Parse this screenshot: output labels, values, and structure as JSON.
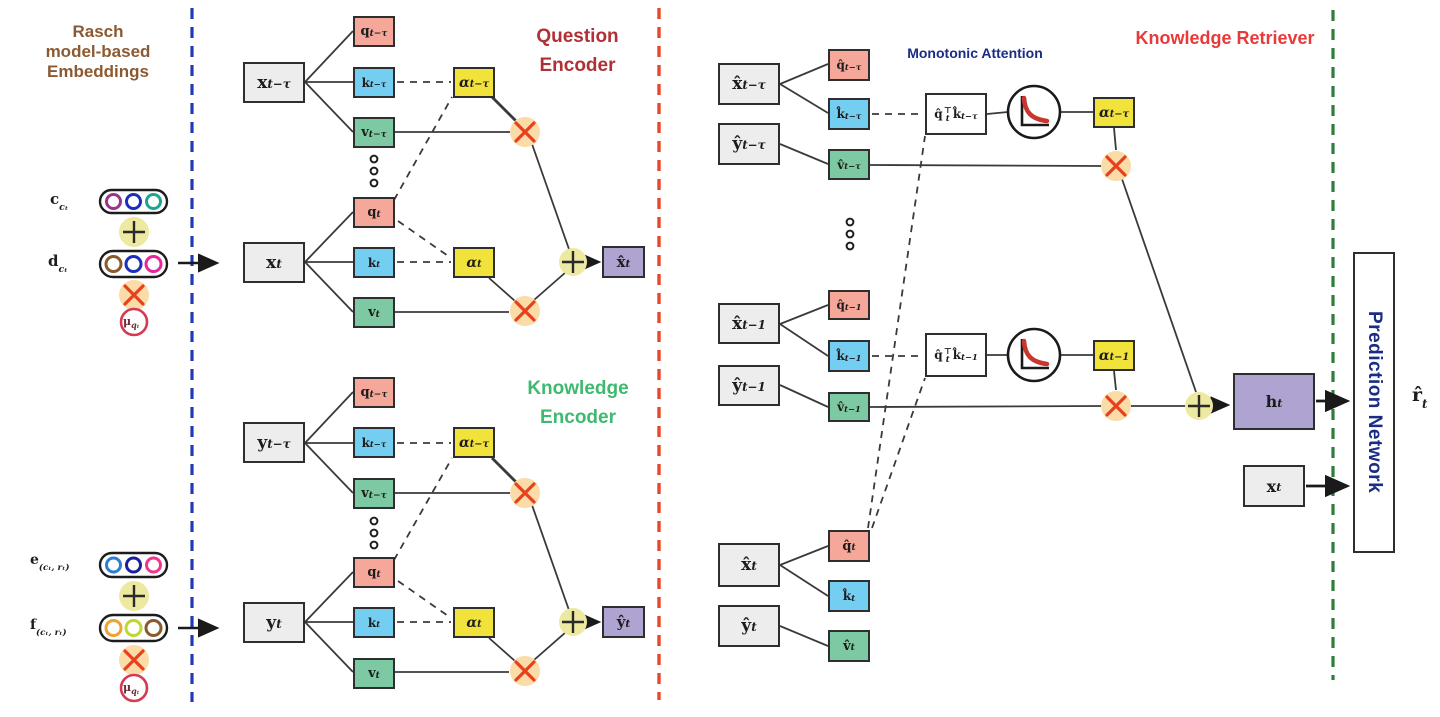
{
  "left_panel": {
    "title_lines": [
      "Rasch",
      "model-based",
      "Embeddings"
    ],
    "c_label": {
      "b": "c",
      "s": "cₜ"
    },
    "d_label": {
      "b": "d",
      "s": "cₜ"
    },
    "e_label": {
      "b": "e",
      "s": "(cₜ, rₜ)"
    },
    "f_label": {
      "b": "f",
      "s": "(cₜ, rₜ)"
    },
    "mu_top": {
      "b": "μ",
      "s": "qₜ"
    },
    "mu_bottom": {
      "b": "μ",
      "s": "qₜ"
    }
  },
  "question_encoder": {
    "title_lines": [
      "Question",
      "Encoder"
    ],
    "x_prev": {
      "b": "x",
      "s": "t−τ"
    },
    "x_t": {
      "b": "x",
      "s": "t"
    },
    "q_prev": {
      "b": "q",
      "s": "t−τ"
    },
    "k_prev": {
      "b": "k",
      "s": "t−τ"
    },
    "v_prev": {
      "b": "v",
      "s": "t−τ"
    },
    "q_t": {
      "b": "q",
      "s": "t"
    },
    "k_t": {
      "b": "k",
      "s": "t"
    },
    "v_t": {
      "b": "v",
      "s": "t"
    },
    "alpha_prev": {
      "b": "α",
      "s": "t−τ"
    },
    "alpha_t": {
      "b": "α",
      "s": "t"
    },
    "output": {
      "b": "x̂",
      "s": "t"
    }
  },
  "knowledge_encoder": {
    "title_lines": [
      "Knowledge",
      "Encoder"
    ],
    "y_prev": {
      "b": "y",
      "s": "t−τ"
    },
    "y_t": {
      "b": "y",
      "s": "t"
    },
    "q_prev": {
      "b": "q",
      "s": "t−τ"
    },
    "k_prev": {
      "b": "k",
      "s": "t−τ"
    },
    "v_prev": {
      "b": "v",
      "s": "t−τ"
    },
    "q_t": {
      "b": "q",
      "s": "t"
    },
    "k_t": {
      "b": "k",
      "s": "t"
    },
    "v_t": {
      "b": "v",
      "s": "t"
    },
    "alpha_prev": {
      "b": "α",
      "s": "t−τ"
    },
    "alpha_t": {
      "b": "α",
      "s": "t"
    },
    "output": {
      "b": "ŷ",
      "s": "t"
    }
  },
  "knowledge_retriever": {
    "title": "Knowledge Retriever",
    "attention_label": "Monotonic Attention",
    "x_prev": {
      "b": "x̂",
      "s": "t−τ"
    },
    "y_prev": {
      "b": "ŷ",
      "s": "t−τ"
    },
    "q_prev": {
      "b": "q̂",
      "s": "t−τ"
    },
    "k_prev": {
      "b": "k̂",
      "s": "t−τ"
    },
    "v_prev": {
      "b": "v̂",
      "s": "t−τ"
    },
    "score_prev": {
      "q": "q̂",
      "q_sup": "⊤",
      "q_sub": "t",
      "k": "k̂",
      "k_sub": "t−τ"
    },
    "alpha_prev": {
      "b": "α",
      "s": "t−τ"
    },
    "x_t1": {
      "b": "x̂",
      "s": "t−1"
    },
    "y_t1": {
      "b": "ŷ",
      "s": "t−1"
    },
    "q_t1": {
      "b": "q̂",
      "s": "t−1"
    },
    "k_t1": {
      "b": "k̂",
      "s": "t−1"
    },
    "v_t1": {
      "b": "v̂",
      "s": "t−1"
    },
    "score_t1": {
      "q": "q̂",
      "q_sup": "⊤",
      "q_sub": "t",
      "k": "k̂",
      "k_sub": "t−1"
    },
    "alpha_t1": {
      "b": "α",
      "s": "t−1"
    },
    "x_t": {
      "b": "x̂",
      "s": "t"
    },
    "y_t": {
      "b": "ŷ",
      "s": "t"
    },
    "q_t": {
      "b": "q̂",
      "s": "t"
    },
    "k_t": {
      "b": "k̂",
      "s": "t"
    },
    "v_t": {
      "b": "v̂",
      "s": "t"
    },
    "h_t": {
      "b": "h",
      "s": "t"
    },
    "x_input": {
      "b": "x",
      "s": "t"
    },
    "prediction_network": "Prediction Network",
    "output": {
      "b": "r̂",
      "s": "t"
    }
  },
  "colors": {
    "query_box": "#F5A79A",
    "key_box": "#74CEF2",
    "value_box": "#7DC9A4",
    "alpha_box": "#F2E23C",
    "output_box": "#AFA3D1",
    "input_box": "#EDEDED",
    "plus_circle": "#EDE9A0",
    "times_circle": "#FBDCA8",
    "times_x": "#E8401C",
    "rasch_title": "#8C5A32",
    "qe_title": "#B03036",
    "ke_title": "#3DBA6F",
    "kr_title": "#E83A3A",
    "attention_title": "#1A2C85",
    "separator_blue": "#2338B5",
    "separator_red": "#E8472B",
    "separator_green": "#2F7D3B"
  }
}
